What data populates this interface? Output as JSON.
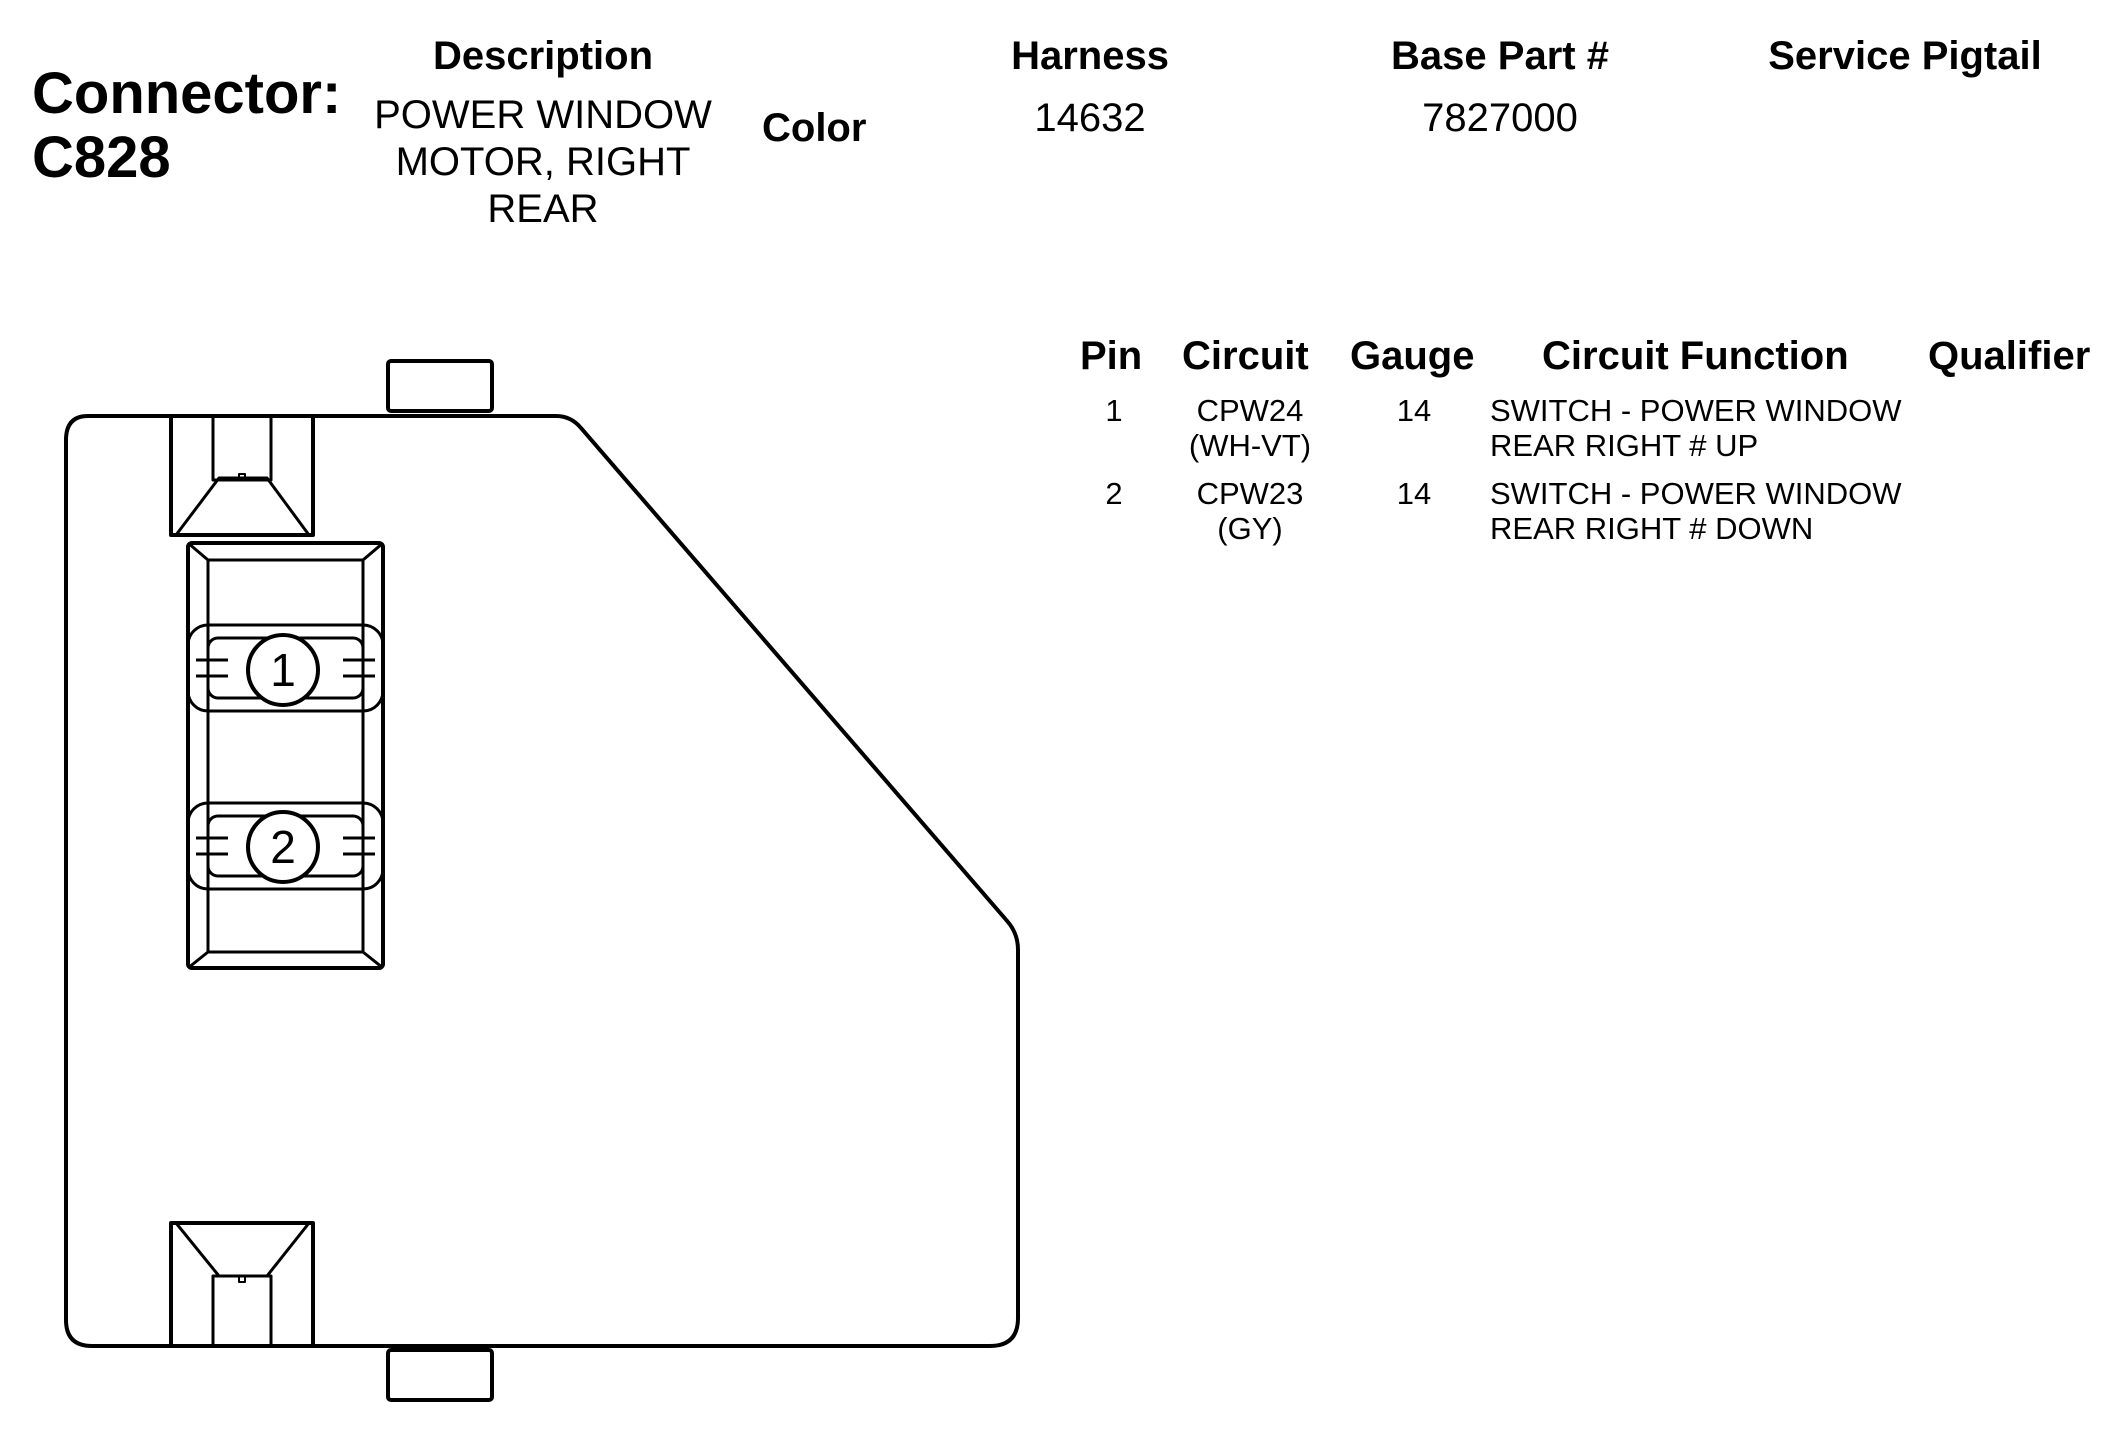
{
  "connector": {
    "label_line1": "Connector:",
    "label_line2": "C828"
  },
  "header": {
    "description_label": "Description",
    "description_lines": [
      "POWER WINDOW",
      "MOTOR, RIGHT",
      "REAR"
    ],
    "color_label": "Color",
    "harness_label": "Harness",
    "harness_value": "14632",
    "base_part_label": "Base Part #",
    "base_part_value": "7827000",
    "service_pigtail_label": "Service Pigtail"
  },
  "table": {
    "columns": [
      "Pin",
      "Circuit",
      "Gauge",
      "Circuit Function",
      "Qualifier"
    ],
    "rows": [
      {
        "pin": "1",
        "circuit_lines": [
          "CPW24",
          "(WH-VT)"
        ],
        "gauge": "14",
        "function_lines": [
          "SWITCH - POWER WINDOW",
          "REAR RIGHT # UP"
        ],
        "qualifier": ""
      },
      {
        "pin": "2",
        "circuit_lines": [
          "CPW23",
          "(GY)"
        ],
        "gauge": "14",
        "function_lines": [
          "SWITCH - POWER WINDOW",
          "REAR RIGHT # DOWN"
        ],
        "qualifier": ""
      }
    ]
  },
  "diagram": {
    "pin_labels": [
      "1",
      "2"
    ]
  }
}
